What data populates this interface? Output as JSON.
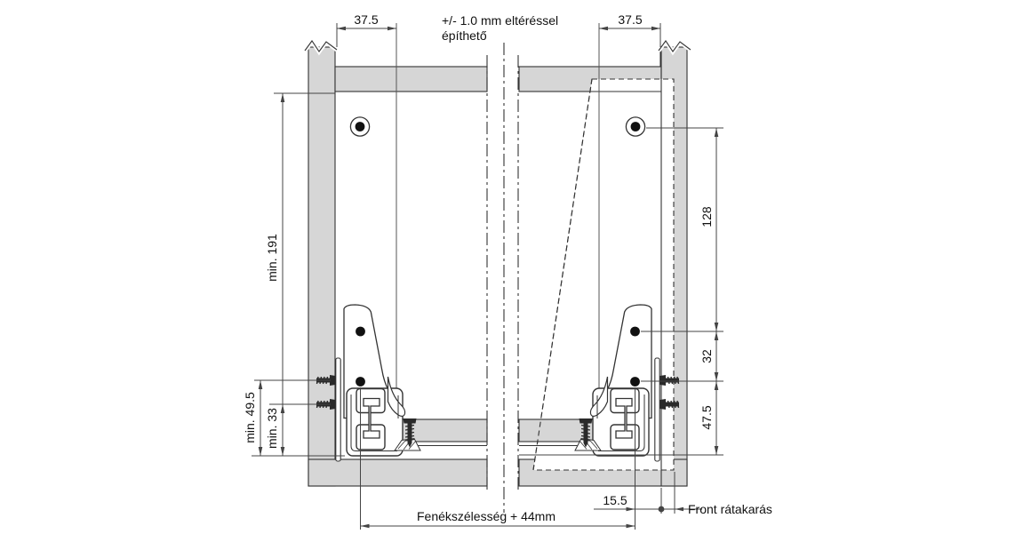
{
  "labels": {
    "tolerance_note_1": "+/- 1.0 mm eltéréssel",
    "tolerance_note_2": "építhető",
    "dim_top_left": "37.5",
    "dim_top_right": "37.5",
    "dim_min_height": "min. 191",
    "dim_min_screw_top": "min. 49.5",
    "dim_min_screw_bottom": "min. 33",
    "dim_hole_to_bracket": "128",
    "dim_bracket_holes": "32",
    "dim_bracket_bottom": "47.5",
    "dim_side_offset": "15.5",
    "front_overlay": "Front rátakarás",
    "dim_bottom_width": "Fenékszélesség + 44mm"
  },
  "colors": {
    "panel_gray": "#d6d6d6",
    "outline": "#333333",
    "dim_line": "#444444",
    "text": "#111111",
    "background": "#ffffff"
  }
}
